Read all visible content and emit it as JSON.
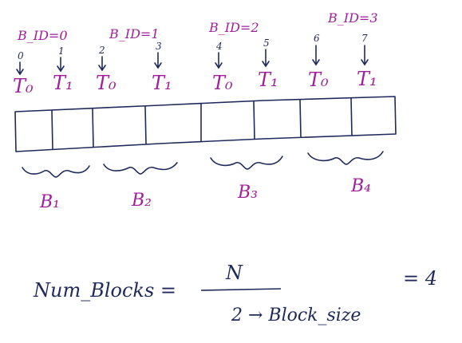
{
  "colors": {
    "label_ink": "#a0209a",
    "diagram_ink": "#1f2a5a",
    "background": "#ffffff"
  },
  "block_ids": [
    "B_ID=0",
    "B_ID=1",
    "B_ID=2",
    "B_ID=3"
  ],
  "thread_indices": [
    "0",
    "1",
    "2",
    "3",
    "4",
    "5",
    "6",
    "7"
  ],
  "thread_labels": [
    "T₀",
    "T₁",
    "T₀",
    "T₁",
    "T₀",
    "T₁",
    "T₀",
    "T₁"
  ],
  "block_labels": [
    "B₁",
    "B₂",
    "B₃",
    "B₄"
  ],
  "array_cell_count": 8,
  "formula": {
    "lhs": "Num_Blocks =",
    "numerator": "N",
    "denominator": "2 → Block_size",
    "result": "= 4"
  }
}
